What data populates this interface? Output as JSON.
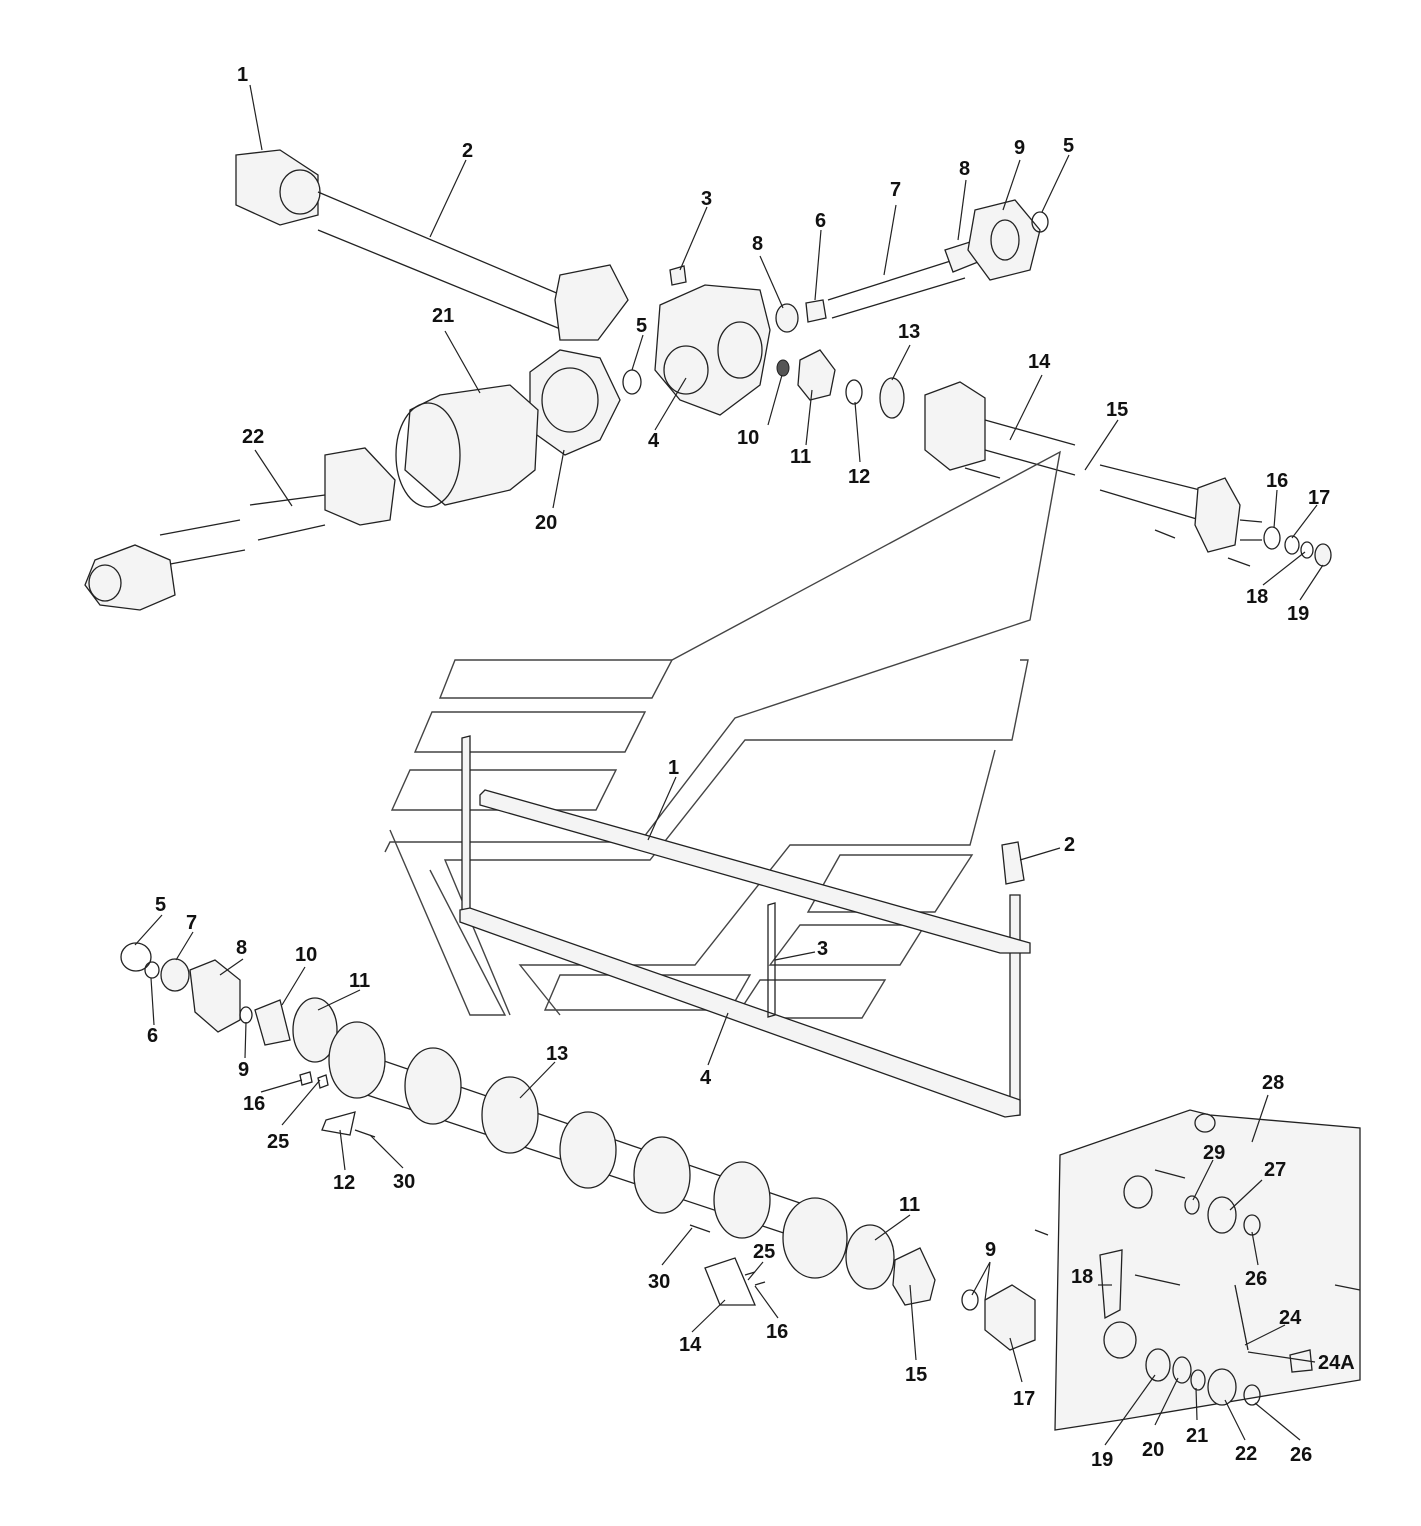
{
  "figure": {
    "upper_group": {
      "callouts": [
        "1",
        "2",
        "3",
        "5",
        "4",
        "8",
        "6",
        "7",
        "8",
        "9",
        "5",
        "21",
        "10",
        "11",
        "12",
        "13",
        "14",
        "15",
        "22",
        "20",
        "16",
        "17",
        "18",
        "19"
      ]
    },
    "middle_group": {
      "callouts": [
        "1",
        "2",
        "3",
        "4"
      ]
    },
    "lower_group": {
      "callouts": [
        "5",
        "7",
        "8",
        "10",
        "11",
        "6",
        "9",
        "16",
        "25",
        "12",
        "30",
        "13",
        "11",
        "25",
        "30",
        "14",
        "16",
        "15",
        "9",
        "17",
        "28",
        "29",
        "27",
        "26",
        "18",
        "24",
        "24A",
        "19",
        "20",
        "21",
        "22",
        "26"
      ]
    }
  }
}
